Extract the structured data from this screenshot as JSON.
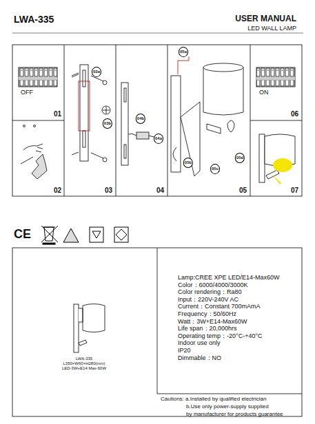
{
  "diagram": {
    "title": "LWA-335",
    "labels": [
      "USER MANUAL",
      "LED WALL LAMP",
      "OFF",
      "01",
      "02",
      "03",
      "04",
      "05",
      "06",
      "07",
      "03a",
      "03b",
      "04b",
      "04a",
      "05a",
      "05b",
      "05c",
      "05d",
      "ON",
      "CE",
      "LWA-335",
      "L350×W60×H280(mm)",
      "LED-3W+E14 Max-60W",
      "Lamp:CREE XPE LED/E14-Max60W",
      "Color：6000/4000/3000K",
      "Color rendering：Ra80",
      "Input：220V-240V AC",
      "Current：Constant 700mAmA",
      "Frequency：50/60Hz",
      "Watt：3W+E14-Max60W",
      "Life span：20,000hrs",
      "Operating temp：-20°C-+40°C",
      "Indoor use only",
      "IP20",
      "Dimmable：NO",
      "Cautions: a.Installed by qualified electrician",
      "b.Use only power-supply supplied",
      "by manufacturer for products guarantee"
    ]
  }
}
